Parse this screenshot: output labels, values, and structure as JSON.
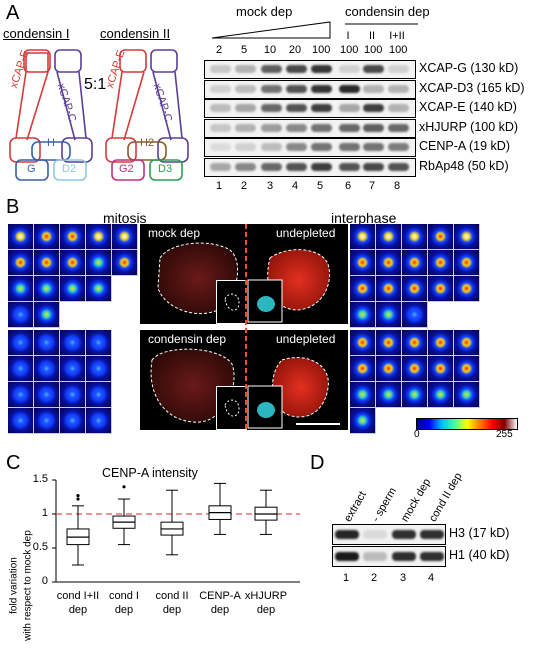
{
  "panels": {
    "a": "A",
    "b": "B",
    "c": "C",
    "d": "D"
  },
  "panel_a": {
    "condensin_I_title": "condensin I",
    "condensin_II_title": "condensin II",
    "ratio": "5:1",
    "cI_subunits": {
      "left": "xCAP-E",
      "right": "xCAP-C",
      "hinge": "H",
      "left_cap": "G",
      "right_cap": "D2"
    },
    "cII_subunits": {
      "left": "xCAP-E",
      "right": "xCAP-C",
      "hinge": "H2",
      "left_cap": "G2",
      "right_cap": "D3"
    },
    "header_mock": "mock dep",
    "header_condensin": "condensin dep",
    "dilutions": [
      "2",
      "5",
      "10",
      "20",
      "100",
      "100",
      "100",
      "100"
    ],
    "cond_labels": [
      "I",
      "II",
      "I+II"
    ],
    "lanes": [
      "1",
      "2",
      "3",
      "4",
      "5",
      "6",
      "7",
      "8"
    ],
    "blots": [
      {
        "label": "XCAP-G (130 kD)"
      },
      {
        "label": "XCAP-D3 (165 kD)"
      },
      {
        "label": "XCAP-E (140 kD)"
      },
      {
        "label": "xHJURP (100 kD)"
      },
      {
        "label": "CENP-A (19 kD)"
      },
      {
        "label": "RbAp48 (50 kD)"
      }
    ],
    "colors": {
      "xcap_e": "#d63a3a",
      "xcap_c": "#5a3e96",
      "g": "#3b5ea8",
      "d2": "#8ec8e8",
      "h2": "#8b5a2b",
      "g2": "#c03080",
      "d3": "#2aa052"
    }
  },
  "panel_b": {
    "mitosis": "mitosis",
    "interphase": "interphase",
    "mock_dep": "mock dep",
    "undepleted": "undepleted",
    "condensin_dep": "condensin dep",
    "colorbar_min": "0",
    "colorbar_max": "255"
  },
  "panel_c": {
    "title": "CENP-A intensity",
    "ylabel_line1": "fold variation",
    "ylabel_line2": "with respect to mock dep",
    "yticks": [
      "0",
      "0.5",
      "1",
      "1.5"
    ],
    "categories": [
      {
        "line1": "cond I+II",
        "line2": "dep"
      },
      {
        "line1": "cond I",
        "line2": "dep"
      },
      {
        "line1": "cond II",
        "line2": "dep"
      },
      {
        "line1": "CENP-A",
        "line2": "dep"
      },
      {
        "line1": "xHJURP",
        "line2": "dep"
      }
    ]
  },
  "panel_d": {
    "columns": [
      "extract",
      "- sperm",
      "mock dep",
      "cond II dep"
    ],
    "lanes": [
      "1",
      "2",
      "3",
      "4"
    ],
    "blots": [
      {
        "label": "H3 (17 kD)"
      },
      {
        "label": "H1 (40 kD)"
      }
    ]
  },
  "chart_data": {
    "type": "box",
    "title": "CENP-A intensity",
    "ylabel": "fold variation with respect to mock dep",
    "ylim": [
      0,
      1.5
    ],
    "reference_line": 1,
    "categories": [
      "cond I+II dep",
      "cond I dep",
      "cond II dep",
      "CENP-A dep",
      "xHJURP dep"
    ],
    "boxes": [
      {
        "min": 0.25,
        "q1": 0.55,
        "median": 0.66,
        "q3": 0.78,
        "max": 1.12,
        "outliers": [
          1.22,
          1.27
        ]
      },
      {
        "min": 0.55,
        "q1": 0.79,
        "median": 0.88,
        "q3": 0.97,
        "max": 1.22,
        "outliers": [
          1.4
        ]
      },
      {
        "min": 0.4,
        "q1": 0.69,
        "median": 0.78,
        "q3": 0.88,
        "max": 1.35,
        "outliers": []
      },
      {
        "min": 0.7,
        "q1": 0.92,
        "median": 1.02,
        "q3": 1.12,
        "max": 1.45,
        "outliers": []
      },
      {
        "min": 0.7,
        "q1": 0.91,
        "median": 1.0,
        "q3": 1.1,
        "max": 1.35,
        "outliers": []
      }
    ]
  }
}
